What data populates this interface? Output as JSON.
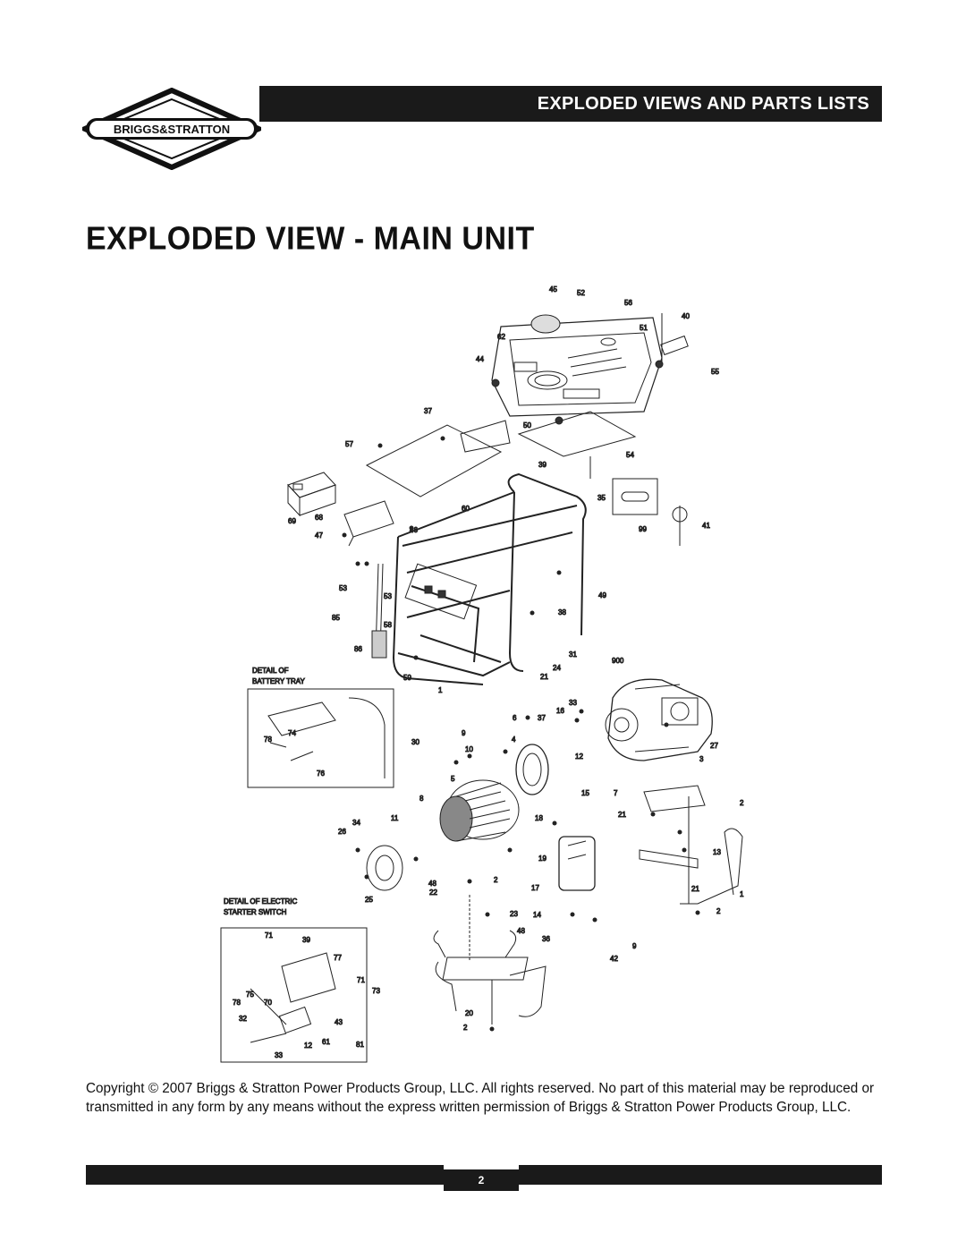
{
  "brand": {
    "logo_text": "BRIGGS&STRATTON"
  },
  "header": {
    "section_title": "EXPLODED VIEWS AND PARTS LISTS"
  },
  "page_title": "EXPLODED VIEW - MAIN UNIT",
  "diagram": {
    "detail_battery_tray": [
      "DETAIL  OF",
      "BATTERY  TRAY"
    ],
    "detail_starter_switch": [
      "DETAIL  OF  ELECTRIC",
      "STARTER  SWITCH"
    ],
    "part_labels": [
      "45",
      "52",
      "56",
      "40",
      "51",
      "62",
      "44",
      "55",
      "37",
      "50",
      "57",
      "39",
      "54",
      "35",
      "41",
      "99",
      "60",
      "69",
      "68",
      "47",
      "46",
      "53",
      "53",
      "85",
      "58",
      "86",
      "59",
      "1",
      "38",
      "49",
      "31",
      "24",
      "900",
      "21",
      "6",
      "37",
      "16",
      "33",
      "9",
      "30",
      "10",
      "4",
      "12",
      "27",
      "3",
      "5",
      "8",
      "15",
      "7",
      "2",
      "34",
      "26",
      "11",
      "18",
      "21",
      "13",
      "19",
      "17",
      "21",
      "1",
      "25",
      "22",
      "48",
      "2",
      "23",
      "14",
      "2",
      "36",
      "9",
      "48",
      "42",
      "20",
      "2",
      "78",
      "74",
      "76",
      "71",
      "39",
      "77",
      "75",
      "70",
      "71",
      "73",
      "78",
      "32",
      "43",
      "33",
      "12",
      "61",
      "81"
    ]
  },
  "copyright": "Copyright © 2007 Briggs & Stratton Power Products Group, LLC.  All rights reserved.  No part of this material may be reproduced or transmitted in any form by any means without the express written permission of Briggs & Stratton Power Products Group, LLC.",
  "footer": {
    "page_number": "2"
  }
}
